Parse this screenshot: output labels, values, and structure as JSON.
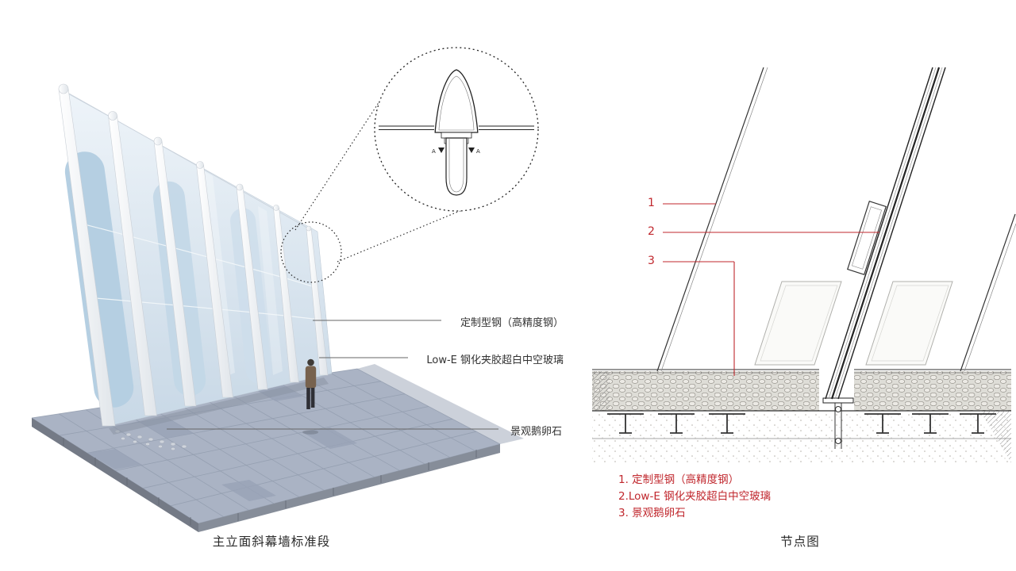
{
  "left_panel": {
    "caption": "主立面斜幕墙标准段",
    "annotations": [
      {
        "id": "steel",
        "text": "定制型钢（高精度钢）"
      },
      {
        "id": "glass",
        "text": "Low-E 钢化夹胶超白中空玻璃"
      },
      {
        "id": "pebble",
        "text": "景观鹅卵石"
      }
    ],
    "detail_markers": [
      "A",
      "A"
    ]
  },
  "right_panel": {
    "caption": "节点图",
    "callouts": [
      {
        "num": "1"
      },
      {
        "num": "2"
      },
      {
        "num": "3"
      }
    ],
    "legend": [
      {
        "text": "1. 定制型钢（高精度钢）"
      },
      {
        "text": "2.Low-E 钢化夹胶超白中空玻璃"
      },
      {
        "text": "3. 景观鹅卵石"
      }
    ]
  },
  "colors": {
    "accent_red": "#c0272d",
    "paver_blue_gray": "#aab3c4",
    "glass_light": "#eef4f9",
    "glass_dark": "#c8d8e6",
    "line_dark": "#333333"
  }
}
